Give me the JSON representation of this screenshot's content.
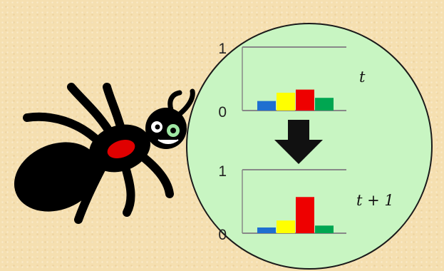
{
  "colors": {
    "background": "#f5dfb0",
    "lens": "#c8f5c2",
    "lens_stroke": "#1a1a1a",
    "ant": "#000000",
    "ant_spot": "#e00000",
    "eye_iris": "#9fe7a3",
    "arrow": "#111111",
    "axis": "#888888"
  },
  "icons": {
    "ant": "ant-icon",
    "lens": "magnifier-lens-icon",
    "arrow": "arrow-down-icon"
  },
  "chart_data": [
    {
      "type": "bar",
      "categories": [
        "blue",
        "yellow",
        "red",
        "green"
      ],
      "colors": [
        "#1f6fd0",
        "#ffff00",
        "#ee0000",
        "#00a651"
      ],
      "values": [
        0.15,
        0.28,
        0.33,
        0.2
      ],
      "ylim": [
        0,
        1
      ],
      "yticks": [
        "0",
        "1"
      ],
      "label": "t"
    },
    {
      "type": "bar",
      "categories": [
        "blue",
        "yellow",
        "red",
        "green"
      ],
      "colors": [
        "#1f6fd0",
        "#ffff00",
        "#ee0000",
        "#00a651"
      ],
      "values": [
        0.09,
        0.2,
        0.57,
        0.12
      ],
      "ylim": [
        0,
        1
      ],
      "yticks": [
        "0",
        "1"
      ],
      "label": "t + 1"
    }
  ]
}
